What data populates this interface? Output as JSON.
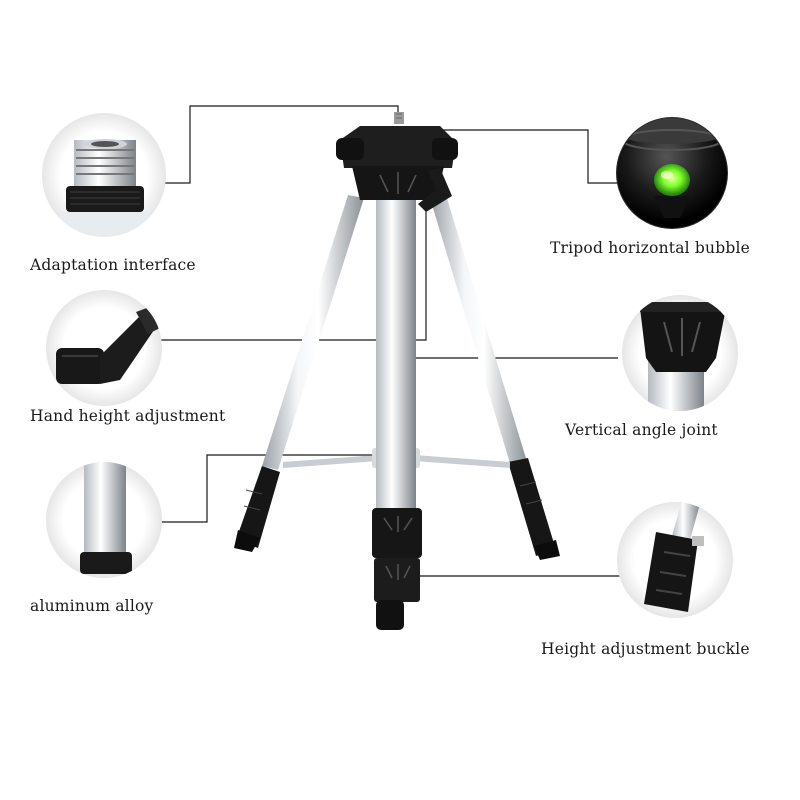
{
  "callouts": {
    "adaptation_interface": "Adaptation interface",
    "hand_height_adjustment": "Hand height adjustment",
    "aluminum_alloy": "aluminum alloy",
    "tripod_horizontal_bubble": "Tripod horizontal bubble",
    "vertical_angle_joint": "Vertical angle joint",
    "height_adjustment_buckle": "Height adjustment buckle"
  },
  "colors": {
    "leader_line": "#1a1a1a",
    "aluminum_light": "#f2f4f6",
    "aluminum_dark": "#8d9298",
    "plastic_black": "#151515",
    "bubble_green": "#7cff2a"
  }
}
